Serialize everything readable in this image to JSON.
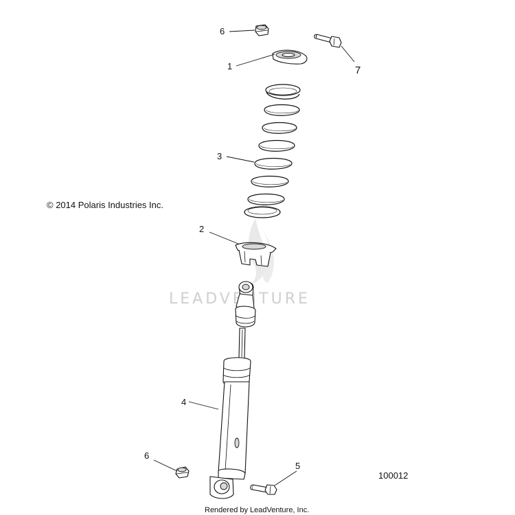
{
  "copyright": "© 2014 Polaris Industries Inc.",
  "diagram_id": "100012",
  "footer": "Rendered by LeadVenture, Inc.",
  "watermark": "LEADVENTURE",
  "callouts": {
    "c1": "1",
    "c2": "2",
    "c3": "3",
    "c4": "4",
    "c5": "5",
    "c6_top": "6",
    "c6_bottom": "6",
    "c7": "7"
  }
}
